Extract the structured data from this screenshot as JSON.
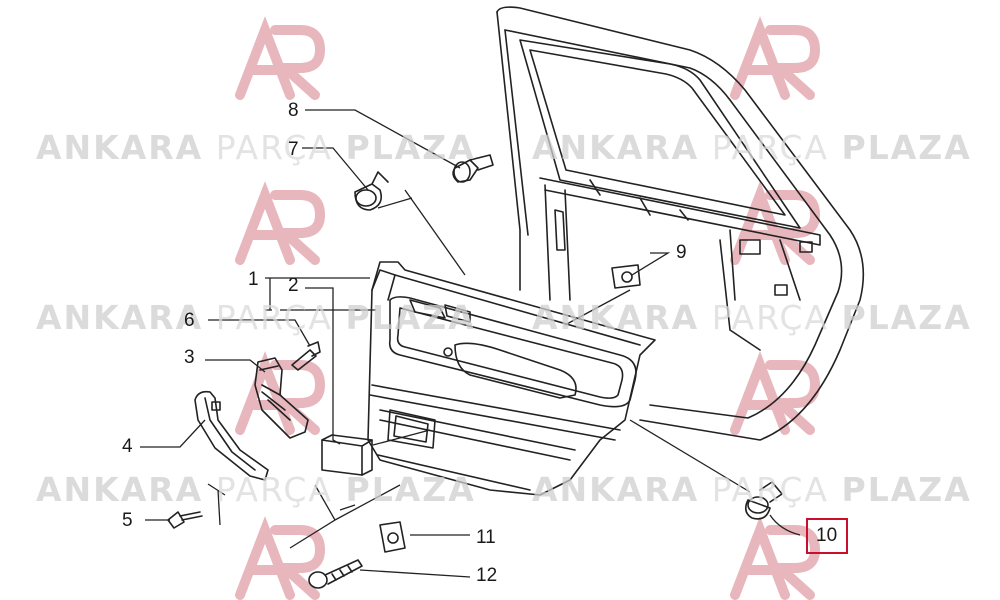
{
  "watermark": {
    "word1": "ANKARA",
    "word2": "PARÇA",
    "word3": "PLAZA",
    "logo_color": "#e8b7bd"
  },
  "highlight_color": "#c8102e",
  "callouts": [
    "1",
    "2",
    "3",
    "4",
    "5",
    "6",
    "7",
    "8",
    "9",
    "10",
    "11",
    "12"
  ],
  "highlighted_callout": "10"
}
